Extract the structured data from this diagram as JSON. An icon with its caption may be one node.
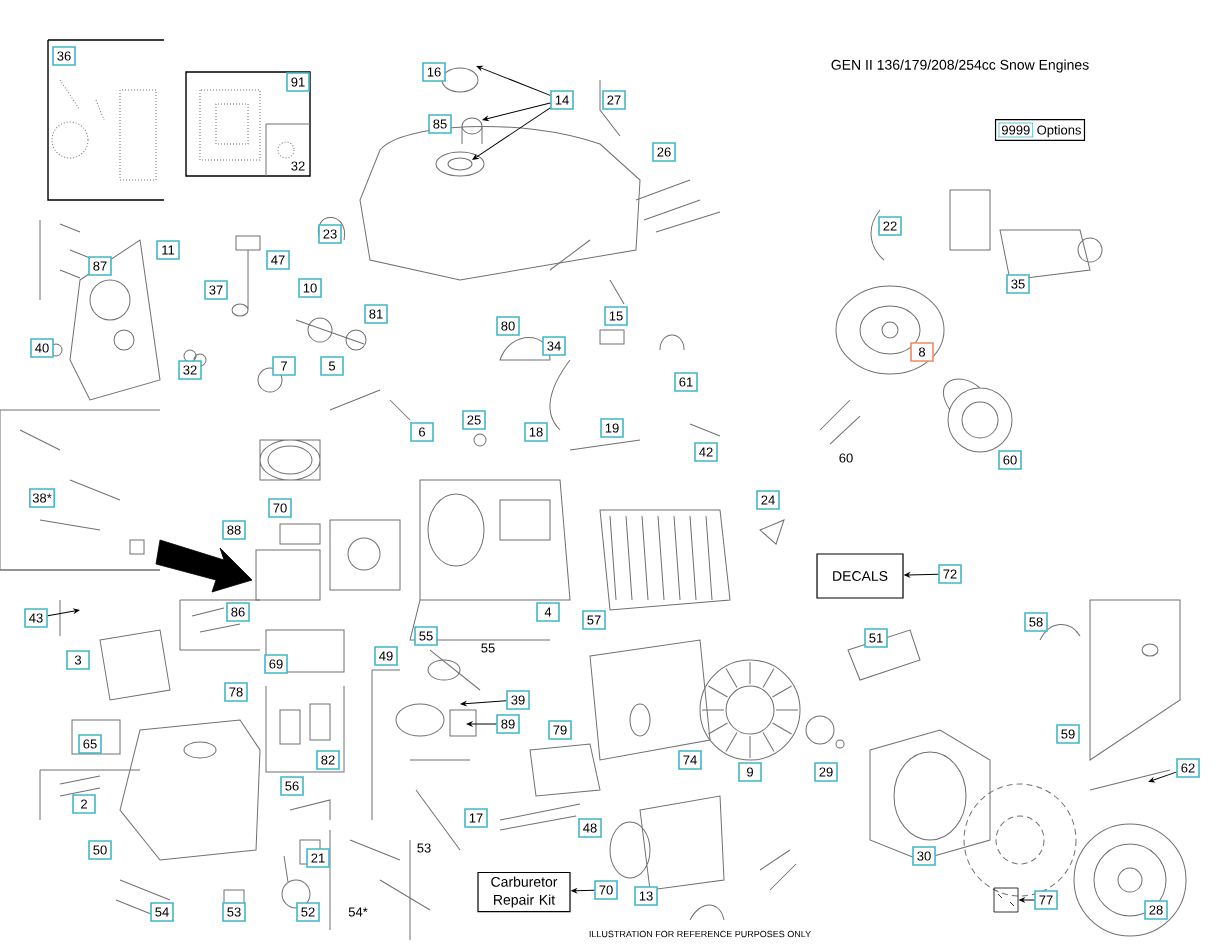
{
  "diagram": {
    "title": "GEN II 136/179/208/254cc Snow Engines",
    "nodes": [
      {
        "text": [
          "9999",
          "Options"
        ]
      },
      {
        "text": [
          "DECALS"
        ]
      },
      {
        "text": [
          "72"
        ]
      },
      {
        "text": [
          "Carburetor Repair Kit"
        ]
      },
      {
        "text": [
          "70"
        ]
      },
      {
        "text": [
          "14"
        ]
      },
      {
        "text": [
          "43"
        ]
      },
      {
        "text": [
          "39"
        ]
      },
      {
        "text": [
          "89"
        ]
      },
      {
        "text": [
          "62"
        ]
      },
      {
        "text": [
          "77"
        ]
      },
      {
        "text": [],
        "shape": "box"
      }
    ],
    "edges": [
      {
        "from": 2,
        "to": 1,
        "arrow": "to"
      },
      {
        "from": 4,
        "to": 3,
        "arrow": "to"
      },
      {
        "from": 5,
        "to": null,
        "arrow": "to"
      },
      {
        "from": 5,
        "to": null,
        "arrow": "to"
      },
      {
        "from": 5,
        "to": null,
        "arrow": "to"
      },
      {
        "from": 6,
        "to": null,
        "arrow": "to"
      },
      {
        "from": 7,
        "to": null,
        "arrow": "to"
      },
      {
        "from": 8,
        "to": null,
        "arrow": "to"
      },
      {
        "from": 9,
        "to": null,
        "arrow": "to"
      },
      {
        "from": 10,
        "to": 11,
        "arrow": "to"
      }
    ],
    "labels": [
      "36",
      "91",
      "32",
      "16",
      "85",
      "27",
      "26",
      "22",
      "23",
      "87",
      "11",
      "47",
      "37",
      "10",
      "81",
      "35",
      "15",
      "80",
      "34",
      "40",
      "32",
      "7",
      "5",
      "8",
      "61",
      "6",
      "25",
      "18",
      "19",
      "42",
      "60",
      "60",
      "38*",
      "24",
      "70",
      "88",
      "4",
      "57",
      "86",
      "55",
      "51",
      "58",
      "3",
      "55",
      "49",
      "69",
      "78",
      "79",
      "59",
      "65",
      "74",
      "82",
      "9",
      "29",
      "56",
      "2",
      "17",
      "48",
      "53",
      "50",
      "30",
      "21",
      "28",
      "13",
      "54",
      "53",
      "52",
      "54*",
      "ILLUSTRATION FOR REFERENCE PURPOSES ONLY"
    ]
  }
}
